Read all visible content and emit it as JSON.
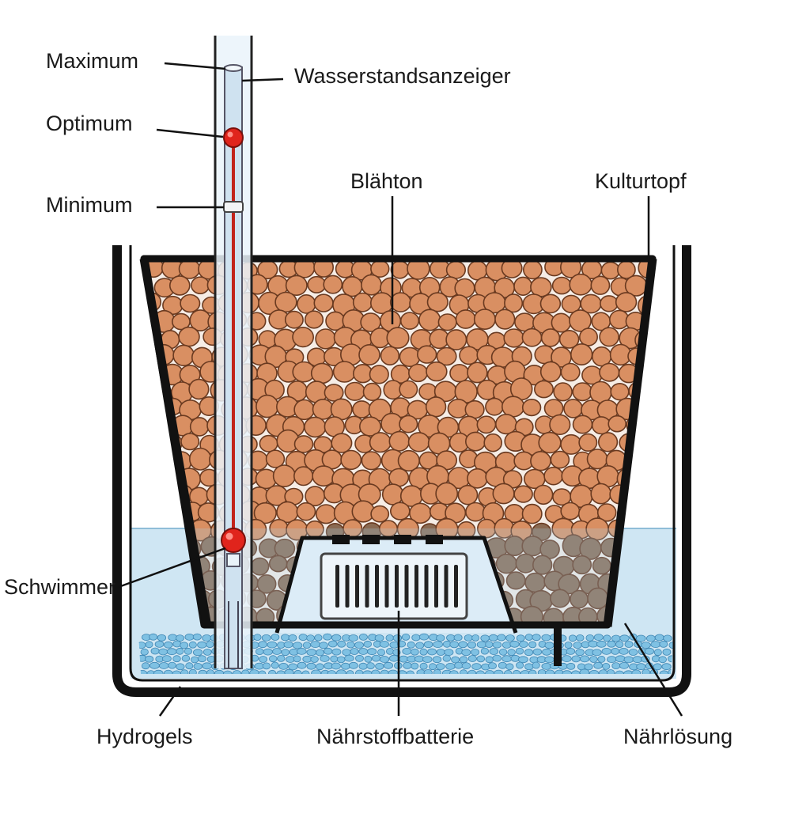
{
  "labels": {
    "maximum": "Maximum",
    "water_level_indicator": "Wasserstandsanzeiger",
    "optimum": "Optimum",
    "expanded_clay": "Blähton",
    "culture_pot": "Kulturtopf",
    "minimum": "Minimum",
    "float": "Schwimmer",
    "hydrogels": "Hydrogels",
    "nutrient_battery": "Nährstoffbatterie",
    "nutrient_solution": "Nährlösung"
  },
  "colors": {
    "clay_ball": "#d98f62",
    "clay_ball_outline": "#6a3a20",
    "wet_clay_ball": "#8a6a52",
    "water": "#cfe6f3",
    "hydrogel": "#7fc1e3",
    "pot_outline": "#111111",
    "indicator_tube": "#dcebf5",
    "float_marker": "#e0241c"
  }
}
